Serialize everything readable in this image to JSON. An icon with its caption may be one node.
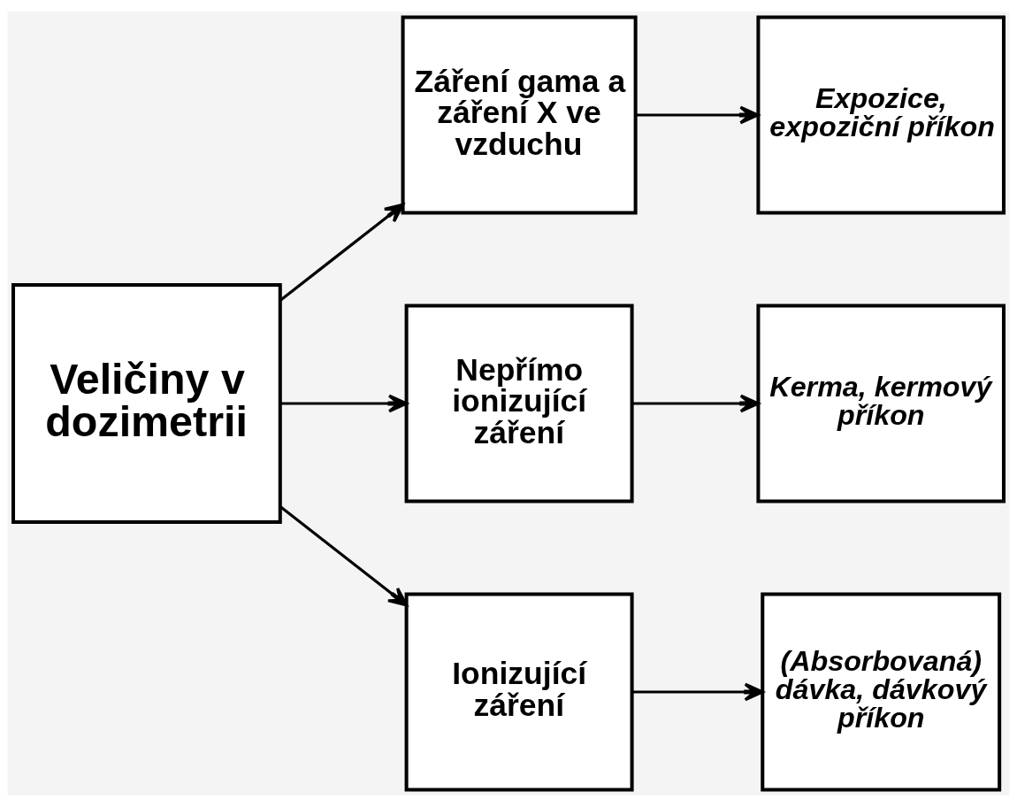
{
  "diagram": {
    "nodes": [
      {
        "text": [
          "Veličiny v dozimetrii"
        ]
      },
      {
        "text": [
          "Záření gama a záření X ve vzduchu"
        ]
      },
      {
        "text": [
          "Expozice, expoziční příkon"
        ]
      },
      {
        "text": [
          "Nepřímo ionizující záření"
        ]
      },
      {
        "text": [
          "Kerma, kermový příkon"
        ]
      },
      {
        "text": [
          "Ionizující záření"
        ]
      },
      {
        "text": [
          "(Absorbovaná) dávka, dávkový příkon"
        ]
      }
    ],
    "edges": [
      {
        "from": 0,
        "to": 1,
        "arrow": "to"
      },
      {
        "from": 0,
        "to": 3,
        "arrow": "to"
      },
      {
        "from": 0,
        "to": 5,
        "arrow": "to"
      },
      {
        "from": 1,
        "to": 2,
        "arrow": "to"
      },
      {
        "from": 3,
        "to": 4,
        "arrow": "to"
      },
      {
        "from": 5,
        "to": 6,
        "arrow": "to"
      }
    ]
  }
}
